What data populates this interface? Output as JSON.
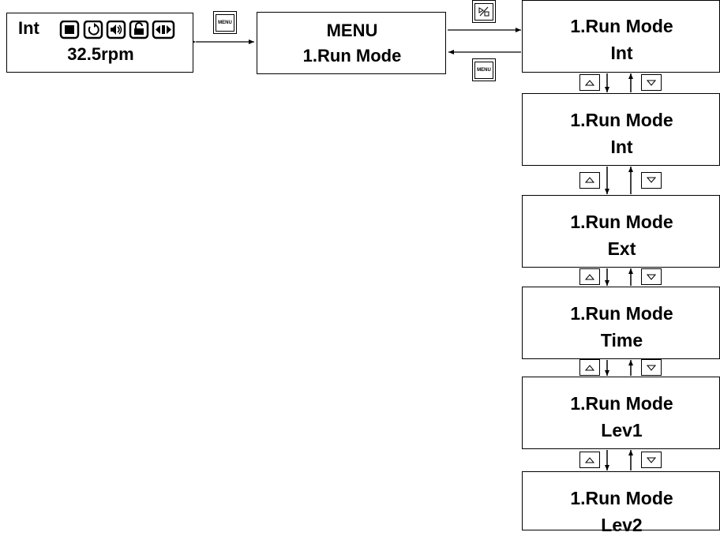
{
  "status_display": {
    "mode": "Int",
    "speed": "32.5rpm",
    "icons": [
      "stop-icon",
      "rotate-icon",
      "speaker-icon",
      "lock-icon",
      "reverse-icon"
    ]
  },
  "menu_display": {
    "line1": "MENU",
    "line2": "1.Run Mode"
  },
  "buttons": {
    "menu": "MENU",
    "enter_icon": "play-stop-icon",
    "up_icon": "up-triangle-icon",
    "down_icon": "down-triangle-icon"
  },
  "run_mode_screens": [
    {
      "title": "1.Run Mode",
      "value": "Int"
    },
    {
      "title": "1.Run Mode",
      "value": "Int"
    },
    {
      "title": "1.Run Mode",
      "value": "Ext"
    },
    {
      "title": "1.Run Mode",
      "value": "Time"
    },
    {
      "title": "1.Run Mode",
      "value": "Lev1"
    },
    {
      "title": "1.Run Mode",
      "value": "Lev2"
    }
  ]
}
